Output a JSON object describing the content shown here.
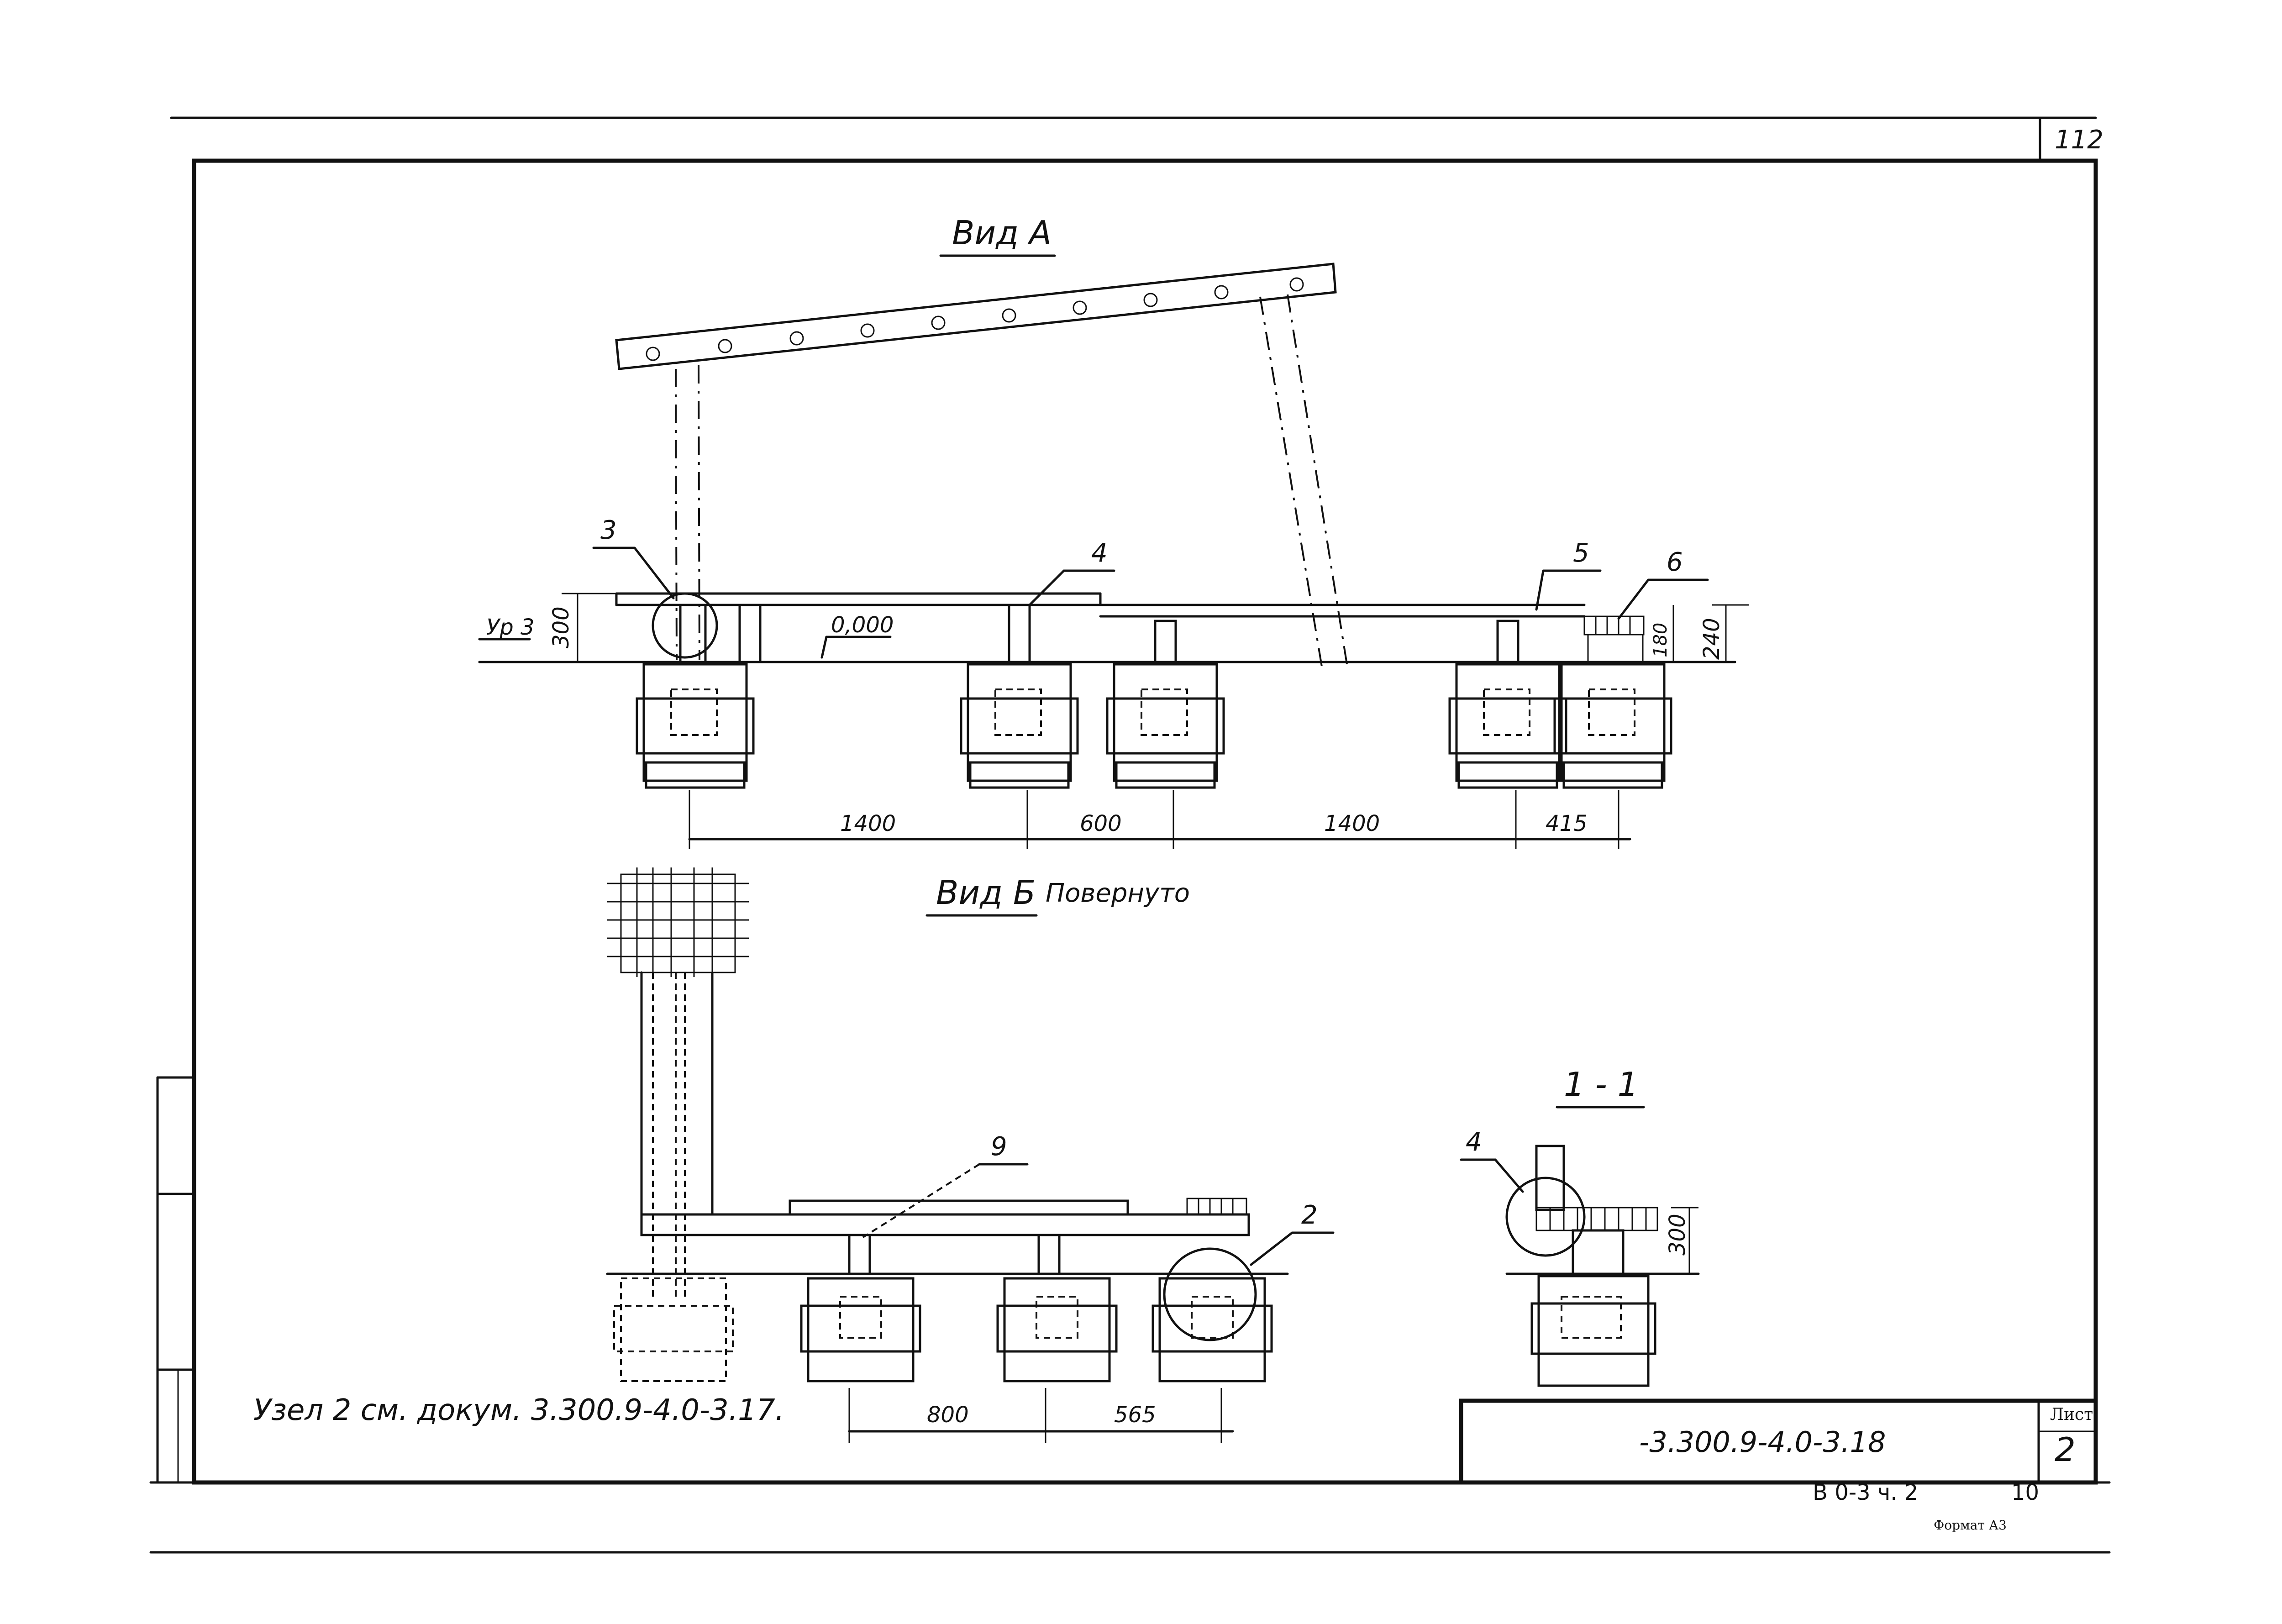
{
  "sheet": {
    "corner_number": "112",
    "doc_code": "-3.300.9-4.0-3.18",
    "sheet_label": "Лист",
    "sheet_number": "2",
    "bottom_code": "В 0-3  ч. 2",
    "bottom_number": "10",
    "format_label": "Формат А3"
  },
  "view_a": {
    "title": "Вид А",
    "level_label": "Ур 3",
    "zero_mark": "0,000",
    "callouts": [
      "3",
      "4",
      "5",
      "6"
    ],
    "dims_horizontal": [
      "1400",
      "600",
      "1400",
      "415"
    ],
    "dims_vertical": [
      "300",
      "180",
      "240"
    ]
  },
  "view_b": {
    "title": "Вид Б",
    "subtitle": "Повернуто",
    "callouts": [
      "9",
      "2"
    ],
    "dims_horizontal": [
      "800",
      "565"
    ]
  },
  "section_1_1": {
    "title": "1 - 1",
    "callout": "4",
    "dim_vertical": "300"
  },
  "note": "Узел 2 см. докум. 3.300.9-4.0-3.17."
}
